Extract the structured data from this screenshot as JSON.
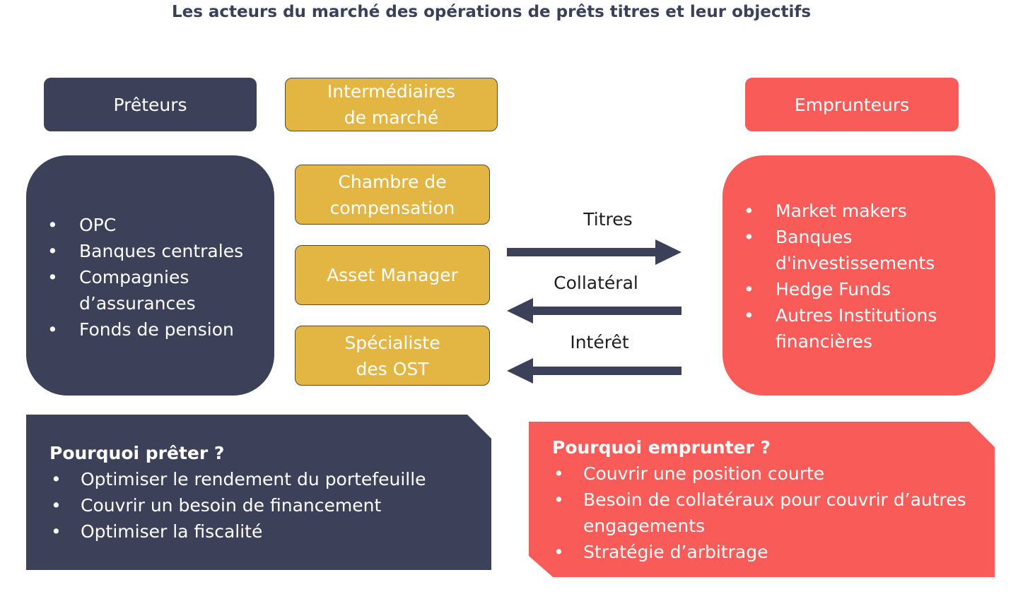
{
  "title": "Les acteurs du marché des opérations de prêts titres et leur objectifs",
  "headers": {
    "preteurs": "Prêteurs",
    "intermediaires": "Intermédiaires de marché",
    "emprunteurs": "Emprunteurs"
  },
  "preteurs_list": [
    "OPC",
    "Banques centrales",
    "Compagnies d’assurances",
    "Fonds de pension"
  ],
  "intermediaires_list": [
    "Chambre de compensation",
    "Asset Manager",
    "Spécialiste des OST"
  ],
  "emprunteurs_list": [
    "Market makers",
    "Banques d'investissements",
    "Hedge Funds",
    "Autres Institutions financières"
  ],
  "flows": [
    {
      "label": "Titres",
      "direction": "right"
    },
    {
      "label": "Collatéral",
      "direction": "left"
    },
    {
      "label": "Intérêt",
      "direction": "left"
    }
  ],
  "pourquoi_preter": {
    "title": "Pourquoi prêter ?",
    "items": [
      "Optimiser le rendement du portefeuille",
      "Couvrir un besoin de financement",
      "Optimiser la fiscalité"
    ]
  },
  "pourquoi_emprunter": {
    "title": "Pourquoi emprunter ?",
    "items": [
      "Couvrir une position courte",
      "Besoin de collatéraux  pour couvrir d’autres engagements",
      "Stratégie d’arbitrage"
    ]
  },
  "colors": {
    "navy": "#3c4159",
    "gold": "#e3b543",
    "red": "#f85b58"
  }
}
